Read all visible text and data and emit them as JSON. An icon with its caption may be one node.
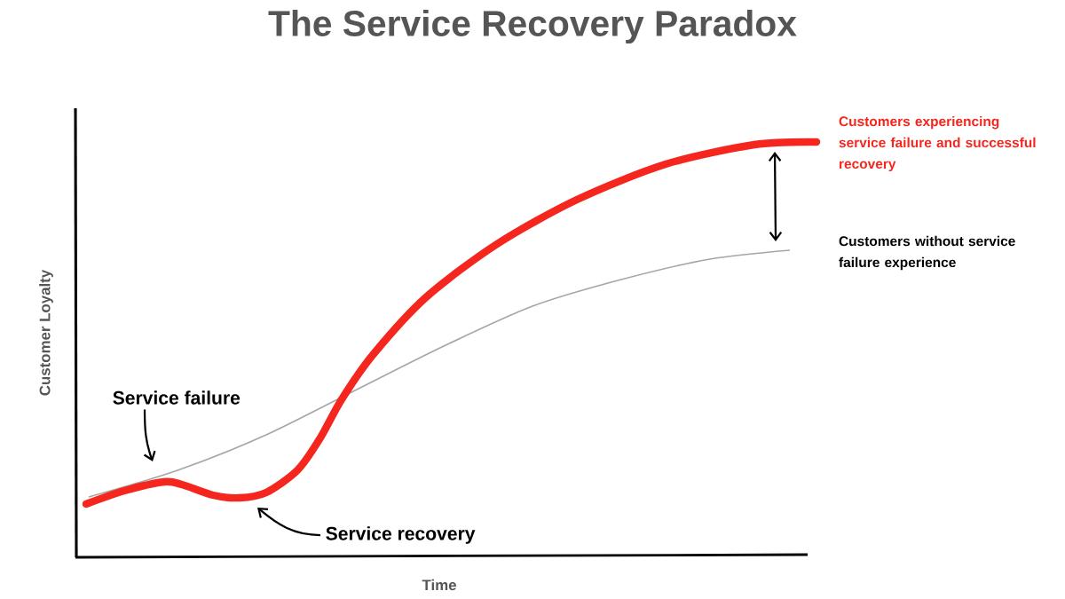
{
  "diagram": {
    "title": "The Service Recovery Paradox",
    "nodes": [
      {
        "text": [
          "Service failure"
        ]
      },
      {
        "text": [
          "Service recovery"
        ]
      }
    ],
    "edges": [
      {
        "from": 0,
        "to": null,
        "arrow": "to"
      },
      {
        "from": 1,
        "to": null,
        "arrow": "to"
      }
    ],
    "labels": [
      "Customers experiencing service failure and successful recovery",
      "Customers without service failure experience",
      "Customer Loyalty",
      "Time"
    ]
  }
}
